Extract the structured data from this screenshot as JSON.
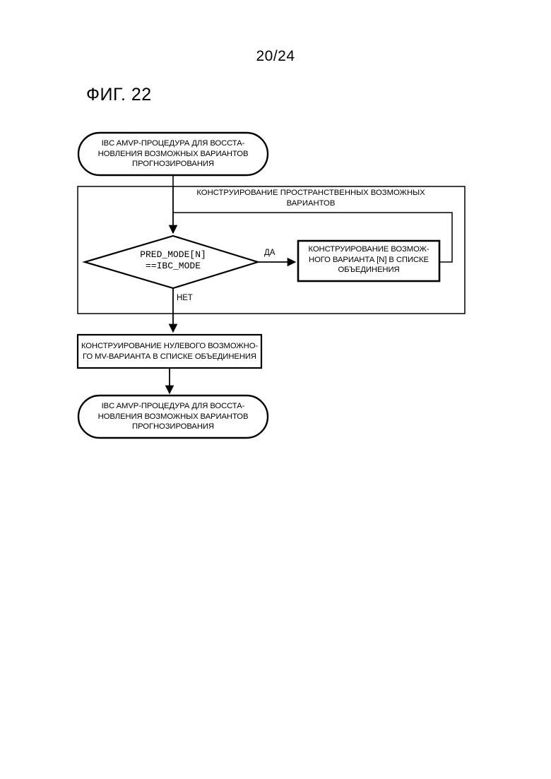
{
  "page": {
    "page_number": "20/24",
    "figure_title": "ФИГ. 22"
  },
  "flowchart": {
    "start_terminal": {
      "label": "IBC AMVP-ПРОЦЕДУРА ДЛЯ ВОССТА-\nНОВЛЕНИЯ ВОЗМОЖНЫХ ВАРИАНТОВ\nПРОГНОЗИРОВАНИЯ",
      "shape": "stadium"
    },
    "loop_box": {
      "label": "КОНСТРУИРОВАНИЕ ПРОСТРАНСТВЕННЫХ ВОЗМОЖНЫХ\nВАРИАНТОВ",
      "shape": "rectangle"
    },
    "decision": {
      "label": "PRED_MODE[N]\n==IBC_MODE",
      "shape": "diamond"
    },
    "yes_label": "ДА",
    "no_label": "НЕТ",
    "merge_candidate_box": {
      "label": "КОНСТРУИРОВАНИЕ ВОЗМОЖ-\nНОГО ВАРИАНТА [N] В СПИСКЕ\nОБЪЕДИНЕНИЯ",
      "shape": "rectangle"
    },
    "zero_mv_box": {
      "label": "КОНСТРУИРОВАНИЕ НУЛЕВОГО ВОЗМОЖНО-\nГО MV-ВАРИАНТА В СПИСКЕ ОБЪЕДИНЕНИЯ",
      "shape": "rectangle"
    },
    "end_terminal": {
      "label": "IBC AMVP-ПРОЦЕДУРА ДЛЯ ВОССТА-\nНОВЛЕНИЯ ВОЗМОЖНЫХ ВАРИАНТОВ\nПРОГНОЗИРОВАНИЯ",
      "shape": "stadium"
    },
    "colors": {
      "stroke": "#000000",
      "fill": "#ffffff",
      "text": "#000000"
    }
  }
}
